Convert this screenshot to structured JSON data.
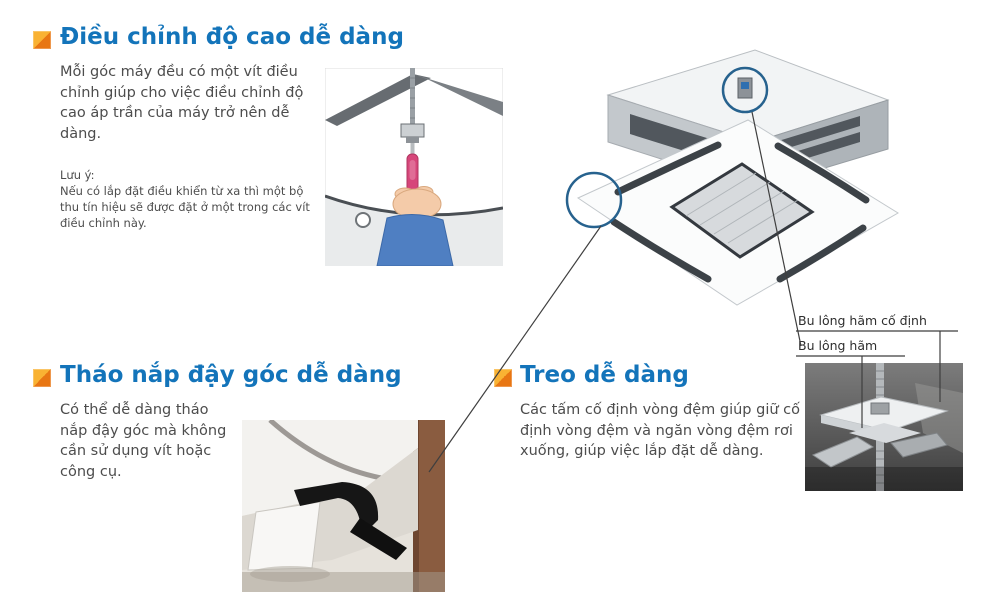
{
  "sections": {
    "height_adjust": {
      "title": "Điều chỉnh độ cao dễ dàng",
      "body": "Mỗi góc máy đều có một vít điều chỉnh giúp cho việc điều chỉnh độ cao áp trần của máy trở nên dễ dàng.",
      "note_label": "Lưu ý:",
      "note_body": "Nếu có lắp đặt điều khiển từ xa thì một bộ thu tín hiệu sẽ được đặt ở một trong các vít điều chỉnh này."
    },
    "corner_cover": {
      "title": "Tháo nắp đậy góc dễ dàng",
      "body": "Có thể dễ dàng tháo nắp đậy góc mà không cần sử dụng vít hoặc công cụ."
    },
    "easy_hang": {
      "title": "Treo dễ dàng",
      "body": "Các tấm cố định vòng đệm giúp giữ cố định vòng đệm và ngăn vòng đệm rơi xuống, giúp việc lắp đặt dễ dàng."
    }
  },
  "callouts": {
    "bolt_fixed_label": "Bu lông hãm cố định",
    "bolt_label": "Bu lông hãm"
  },
  "icons": {
    "section_bullet": "orange-diagonal-square"
  },
  "colors": {
    "heading_blue": "#1374ba",
    "body_text": "#4d4d4d",
    "bullet_orange_light": "#f9b233",
    "bullet_orange_dark": "#e87613",
    "highlight_circle_blue": "#27628e",
    "connector_line": "#3f3f3f"
  }
}
